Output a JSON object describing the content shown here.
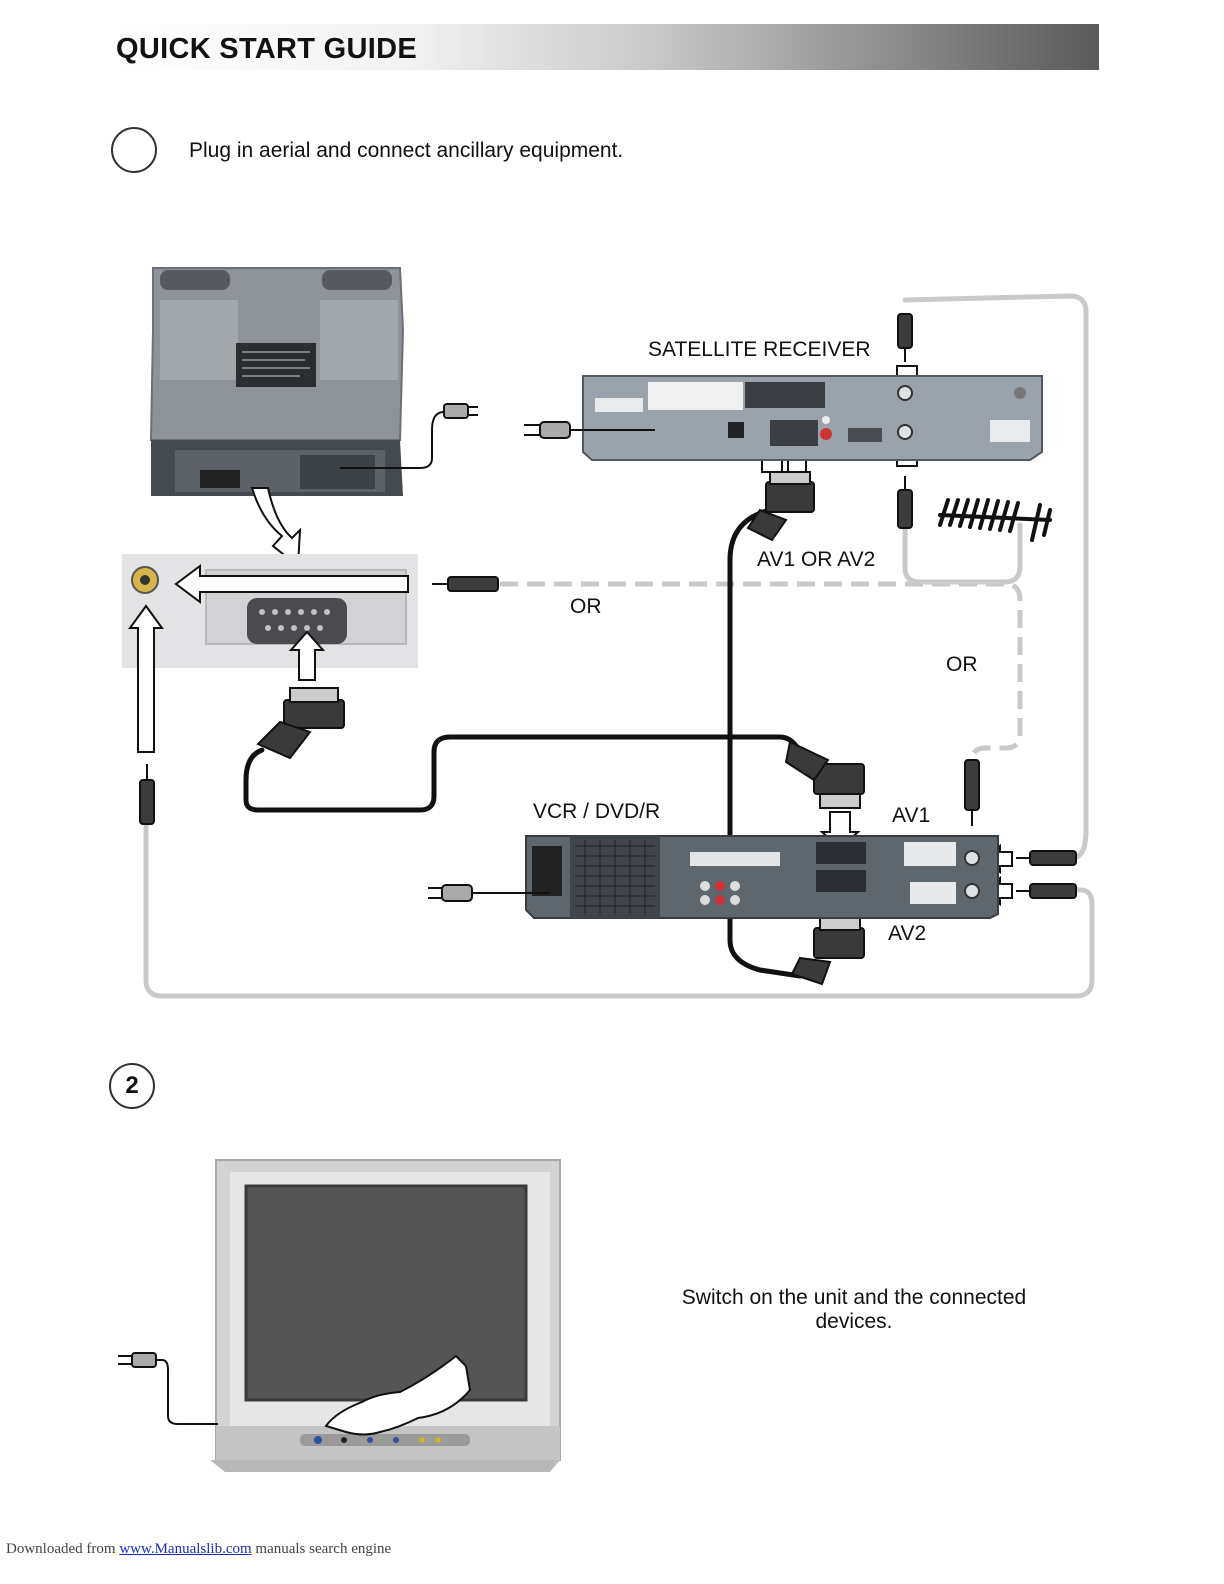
{
  "header": {
    "title": "QUICK START GUIDE"
  },
  "step1": {
    "number": "",
    "text": "Plug in aerial and connect ancillary equipment."
  },
  "diagram": {
    "satellite_label": "SATELLITE RECEIVER",
    "av1_or_av2": "AV1 OR AV2",
    "or_left": "OR",
    "or_right": "OR",
    "vcr_label": "VCR / DVD/R",
    "av1": "AV1",
    "av2": "AV2"
  },
  "step2": {
    "number": "2",
    "text": "Switch on the unit and the connected devices."
  },
  "footer": {
    "prefix": "Downloaded from ",
    "link": "www.Manualslib.com",
    "suffix": "  manuals search engine"
  }
}
